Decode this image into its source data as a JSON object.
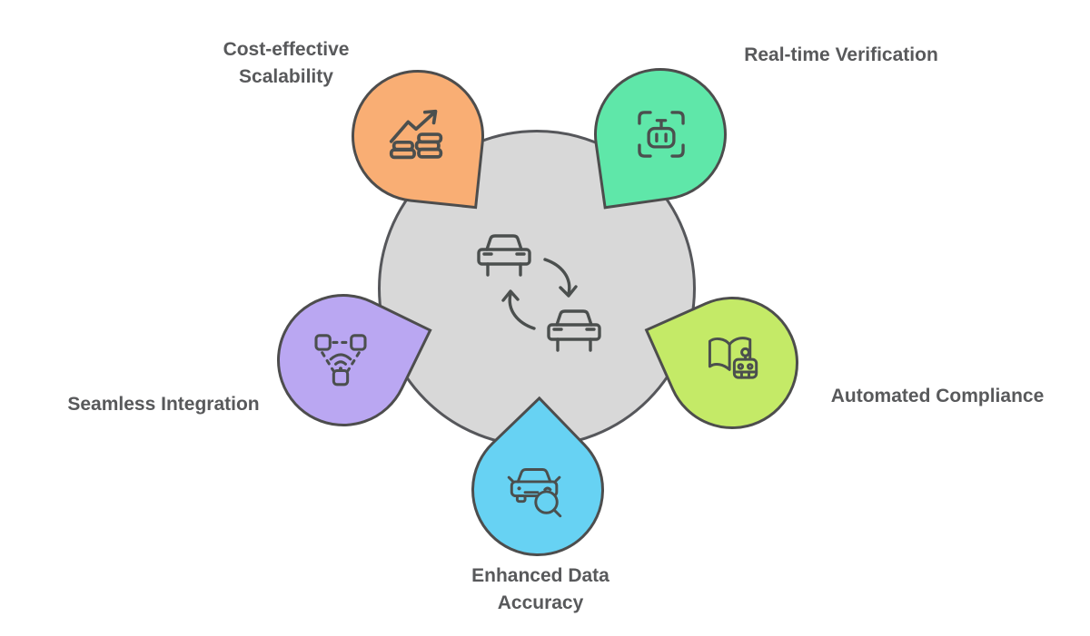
{
  "diagram": {
    "type": "radial-benefits-infographic",
    "background": "#ffffff",
    "outline_color": "#4d4d4d",
    "icon_stroke": "#4b4f4e",
    "text_color": "#58595b",
    "center": {
      "id": "vehicle-exchange",
      "icon": "car-exchange-icon",
      "fill": "#d8d8d8",
      "stroke": "#56575b"
    },
    "nodes": [
      {
        "id": "cost-effective-scalability",
        "label_line1": "Cost-effective",
        "label_line2": "Scalability",
        "color": "#f9ae74",
        "icon": "growth-chart-coins-icon",
        "position": "top-left"
      },
      {
        "id": "real-time-verification",
        "label_line1": "Real-time Verification",
        "color": "#5fe7a9",
        "icon": "robot-scan-icon",
        "position": "top-right"
      },
      {
        "id": "automated-compliance",
        "label_line1": "Automated Compliance",
        "color": "#c4ea67",
        "icon": "robot-book-icon",
        "position": "right"
      },
      {
        "id": "enhanced-data-accuracy",
        "label_line1": "Enhanced Data",
        "label_line2": "Accuracy",
        "color": "#67d2f3",
        "icon": "car-search-icon",
        "position": "bottom"
      },
      {
        "id": "seamless-integration",
        "label_line1": "Seamless Integration",
        "color": "#baa7f2",
        "icon": "network-icon",
        "position": "left"
      }
    ]
  }
}
